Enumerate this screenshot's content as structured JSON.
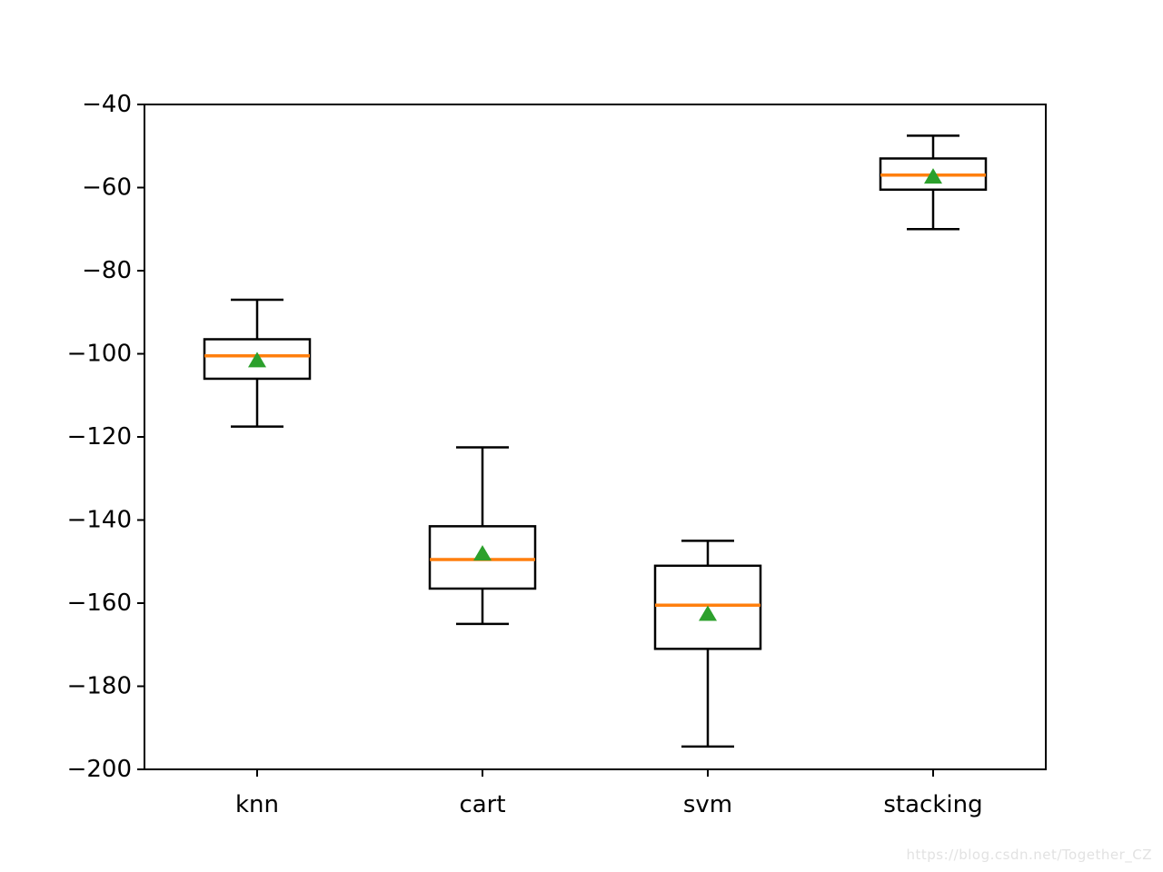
{
  "chart_data": {
    "type": "boxplot",
    "title": "",
    "xlabel": "",
    "ylabel": "",
    "categories": [
      "knn",
      "cart",
      "svm",
      "stacking"
    ],
    "ylim": [
      -200,
      -40
    ],
    "grid": false,
    "legend": null,
    "yticks": [
      {
        "value": -40,
        "label": "−40"
      },
      {
        "value": -60,
        "label": "−60"
      },
      {
        "value": -80,
        "label": "−80"
      },
      {
        "value": -100,
        "label": "−100"
      },
      {
        "value": -120,
        "label": "−120"
      },
      {
        "value": -140,
        "label": "−140"
      },
      {
        "value": -160,
        "label": "−160"
      },
      {
        "value": -180,
        "label": "−180"
      },
      {
        "value": -200,
        "label": "−200"
      }
    ],
    "series": [
      {
        "name": "knn",
        "whisker_low": -117.5,
        "q1": -106,
        "median": -100.5,
        "q3": -96.5,
        "whisker_high": -87,
        "mean": -101.5
      },
      {
        "name": "cart",
        "whisker_low": -165,
        "q1": -156.5,
        "median": -149.5,
        "q3": -141.5,
        "whisker_high": -122.5,
        "mean": -148
      },
      {
        "name": "svm",
        "whisker_low": -194.5,
        "q1": -171,
        "median": -160.5,
        "q3": -151,
        "whisker_high": -145,
        "mean": -162.5
      },
      {
        "name": "stacking",
        "whisker_low": -70,
        "q1": -60.5,
        "median": -57,
        "q3": -53,
        "whisker_high": -47.5,
        "mean": -57.3
      }
    ],
    "colors": {
      "box": "#000000",
      "median": "#ff7f0e",
      "mean_marker": "#2ca02c",
      "background": "#ffffff",
      "tick_label": "#000000"
    }
  },
  "watermark": {
    "text": "https://blog.csdn.net/Together_CZ",
    "color": "#e2e2e2"
  }
}
